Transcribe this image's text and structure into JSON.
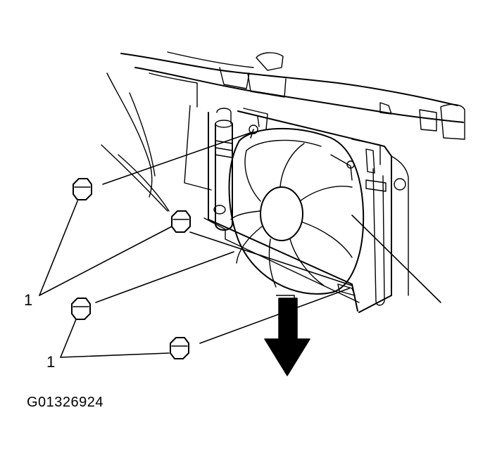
{
  "figure_id": "G01326924",
  "callouts": [
    {
      "label": "1"
    },
    {
      "label": "1"
    }
  ],
  "colors": {
    "ink": "#000000",
    "paper": "#ffffff"
  }
}
